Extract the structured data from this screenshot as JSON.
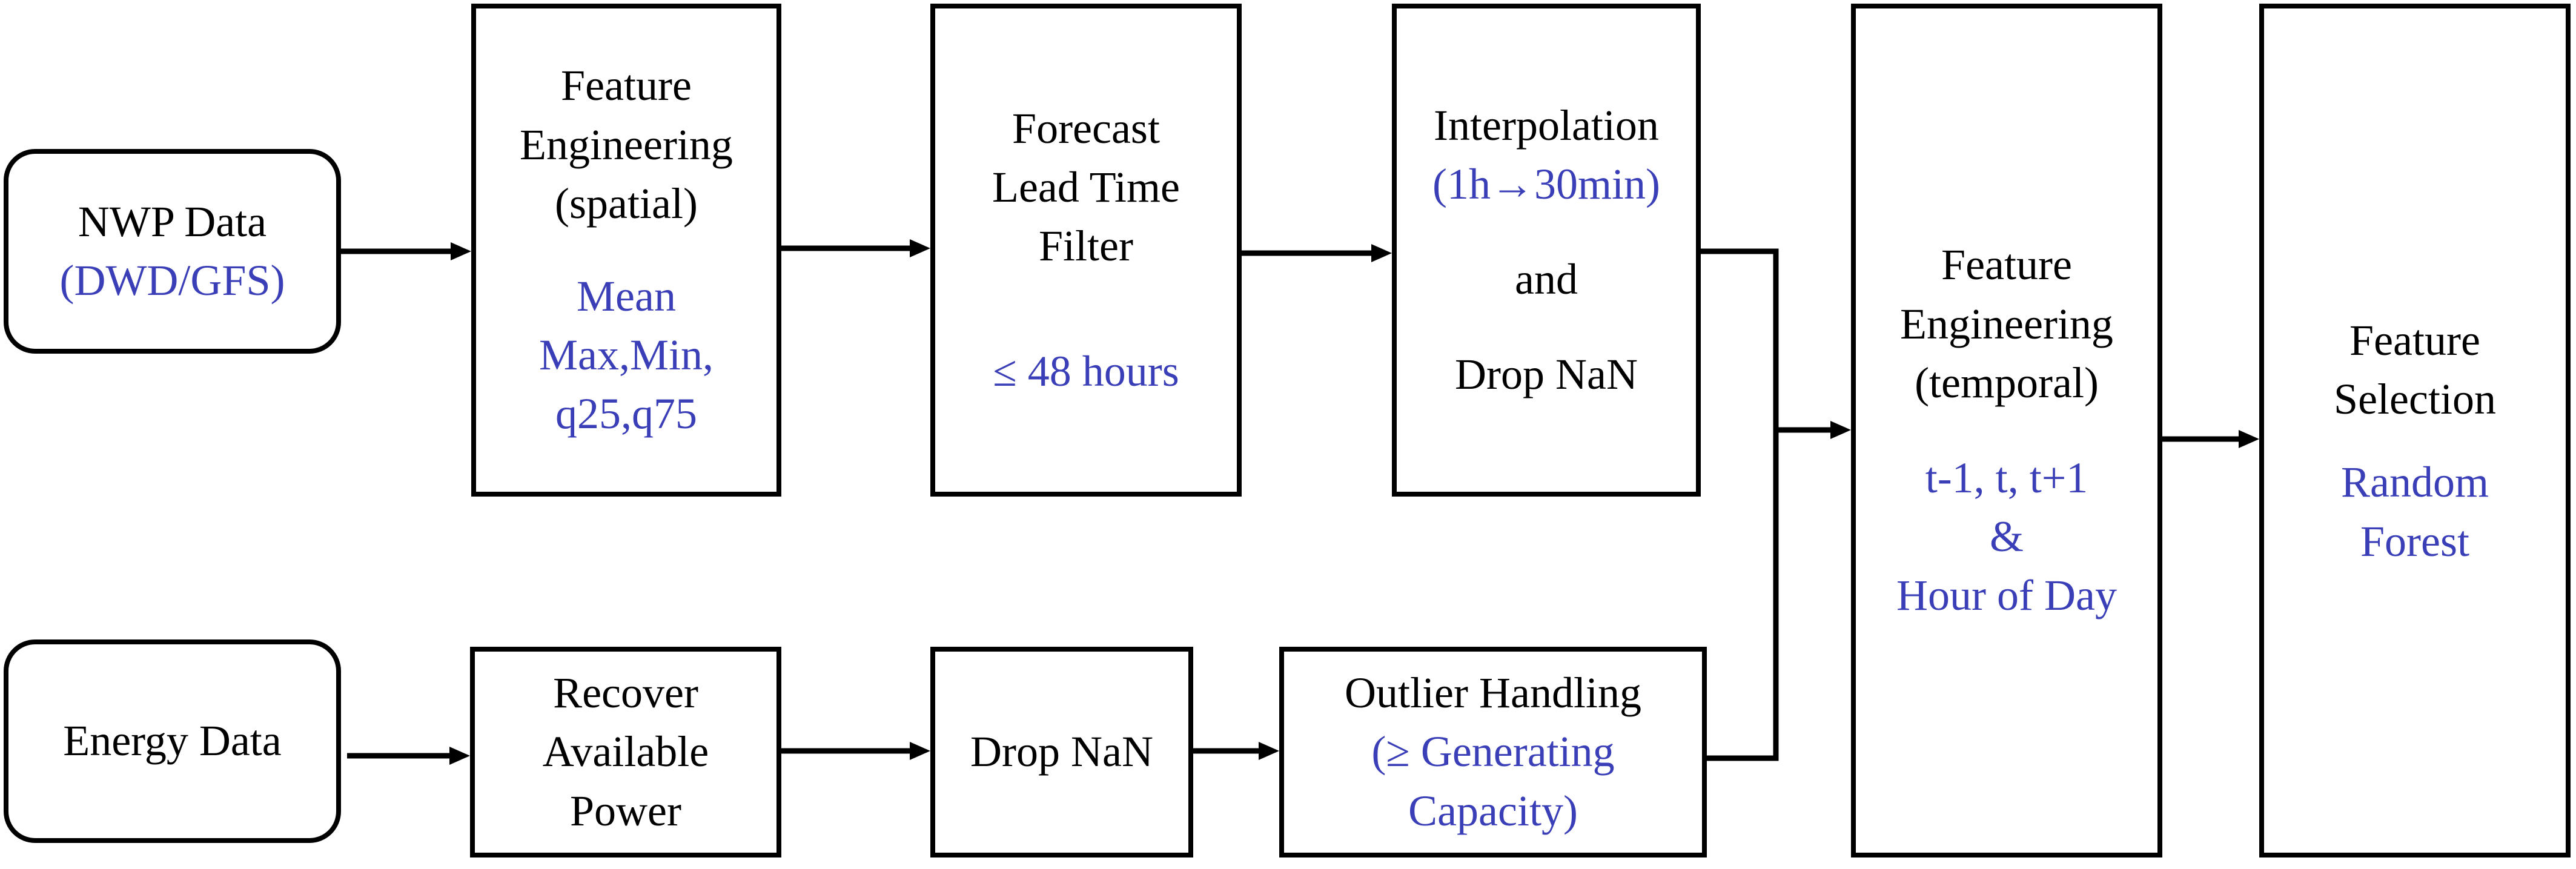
{
  "nodes": {
    "nwp": {
      "title": "NWP Data",
      "detail": "(DWD/GFS)"
    },
    "energy": {
      "title": "Energy Data"
    },
    "fe_spatial": {
      "title_lines": [
        "Feature",
        "Engineering",
        "(spatial)"
      ],
      "detail_lines": [
        "Mean",
        "Max,Min,",
        "q25,q75"
      ]
    },
    "lead_time": {
      "title_lines": [
        "Forecast",
        "Lead Time",
        "Filter"
      ],
      "detail": "≤ 48 hours"
    },
    "interpolation": {
      "title": "Interpolation",
      "detail": "(1h→30min)",
      "connector": "and",
      "tail": "Drop NaN"
    },
    "recover": {
      "title_lines": [
        "Recover",
        "Available",
        "Power"
      ]
    },
    "drop_nan": {
      "title": "Drop NaN"
    },
    "outlier": {
      "title": "Outlier Handling",
      "detail_lines": [
        "(≥ Generating",
        "Capacity)"
      ]
    },
    "fe_temporal": {
      "title_lines": [
        "Feature",
        "Engineering",
        "(temporal)"
      ],
      "detail_lines": [
        "t-1, t, t+1",
        "&",
        "Hour of Day"
      ]
    },
    "selection": {
      "title_lines": [
        "Feature",
        "Selection"
      ],
      "detail_lines": [
        "Random",
        "Forest"
      ]
    }
  },
  "colors": {
    "text": "#000000",
    "accent": "#3a3fb8",
    "border": "#000000",
    "background": "#ffffff"
  }
}
